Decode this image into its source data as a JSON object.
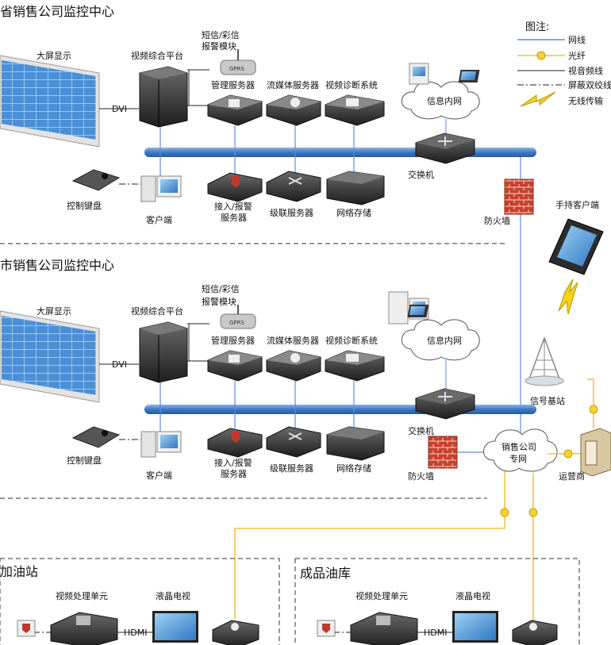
{
  "legend": {
    "title": "图注:",
    "items": [
      "网线",
      "光纤",
      "视音频线",
      "屏蔽双绞线",
      "无线传输"
    ]
  },
  "colors": {
    "network": "#5b8ed8",
    "fiber": "#f0c040",
    "backbone": "#3f78c0",
    "firewall": "#c8402e",
    "screen": "#3f86cc",
    "dashed": "#333333"
  },
  "sections": {
    "province": {
      "title": "省销售公司监控中心",
      "big_screen": "大屏显示",
      "video_platform": "视频综合平台",
      "sms_module": [
        "短信/彩信",
        "报警模块"
      ],
      "gprs": "GPRS",
      "dvi": "DVI",
      "mgmt_server": "管理服务器",
      "stream_server": "流媒体服务器",
      "diag_system": "视频诊断系统",
      "intranet": "信息内网",
      "switch": "交换机",
      "keyboard": "控制键盘",
      "client": "客户端",
      "access_server": [
        "接入/报警",
        "服务器"
      ],
      "cascade_server": "级联服务器",
      "net_storage": "网络存储",
      "firewall": "防火墙",
      "mobile_client": "手持客户端"
    },
    "city": {
      "title": "市销售公司监控中心",
      "big_screen": "大屏显示",
      "video_platform": "视频综合平台",
      "sms_module": [
        "短信/彩信",
        "报警模块"
      ],
      "gprs": "GPRS",
      "dvi": "DVI",
      "mgmt_server": "管理服务器",
      "stream_server": "流媒体服务器",
      "diag_system": "视频诊断系统",
      "intranet": "信息内网",
      "switch": "交换机",
      "keyboard": "控制键盘",
      "client": "客户端",
      "access_server": [
        "接入/报警",
        "服务器"
      ],
      "cascade_server": "级联服务器",
      "net_storage": "网络存储",
      "firewall": "防火墙",
      "base_station": "信号基站",
      "company_net": [
        "销售公司",
        "专网"
      ],
      "operator": "运营商"
    },
    "gas_station": {
      "title": "加油站",
      "vpu": "视频处理单元",
      "lcd": "液晶电视",
      "hdmi": "HDMI"
    },
    "oil_depot": {
      "title": "成品油库",
      "vpu": "视频处理单元",
      "lcd": "液晶电视",
      "hdmi": "HDMI"
    }
  }
}
